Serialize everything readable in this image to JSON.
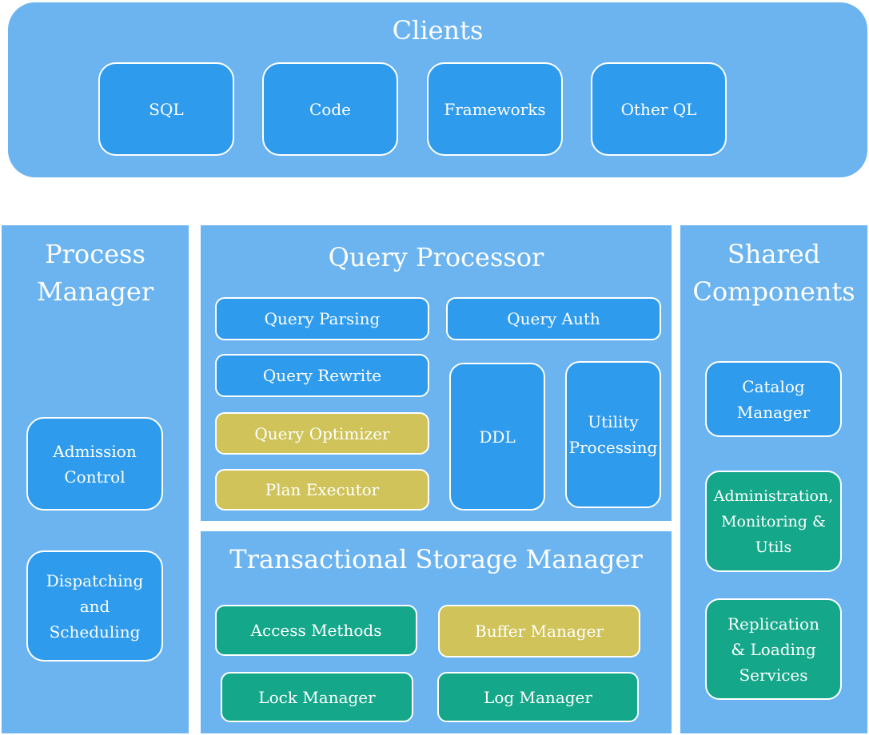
{
  "colors": {
    "panel": "#6cb4f0",
    "blue_box": "#2f9bed",
    "yellow_box": "#cfc35a",
    "green_box": "#15a78a",
    "text": "#ffffff"
  },
  "clients": {
    "title": "Clients",
    "items": [
      "SQL",
      "Code",
      "Frameworks",
      "Other QL"
    ]
  },
  "process_manager": {
    "title": "Process\nManager",
    "items": [
      "Admission\nControl",
      "Dispatching\nand\nScheduling"
    ]
  },
  "query_processor": {
    "title": "Query Processor",
    "items": {
      "query_parsing": "Query Parsing",
      "query_auth": "Query Auth",
      "query_rewrite": "Query Rewrite",
      "ddl": "DDL",
      "utility_processing": "Utility\nProcessing",
      "query_optimizer": "Query Optimizer",
      "plan_executor": "Plan Executor"
    }
  },
  "storage_manager": {
    "title": "Transactional Storage Manager",
    "items": {
      "access_methods": "Access Methods",
      "buffer_manager": "Buffer Manager",
      "lock_manager": "Lock Manager",
      "log_manager": "Log Manager"
    }
  },
  "shared_components": {
    "title": "Shared\nComponents",
    "items": [
      "Catalog\nManager",
      "Administration,\nMonitoring &\nUtils",
      "Replication\n& Loading\nServices"
    ]
  }
}
